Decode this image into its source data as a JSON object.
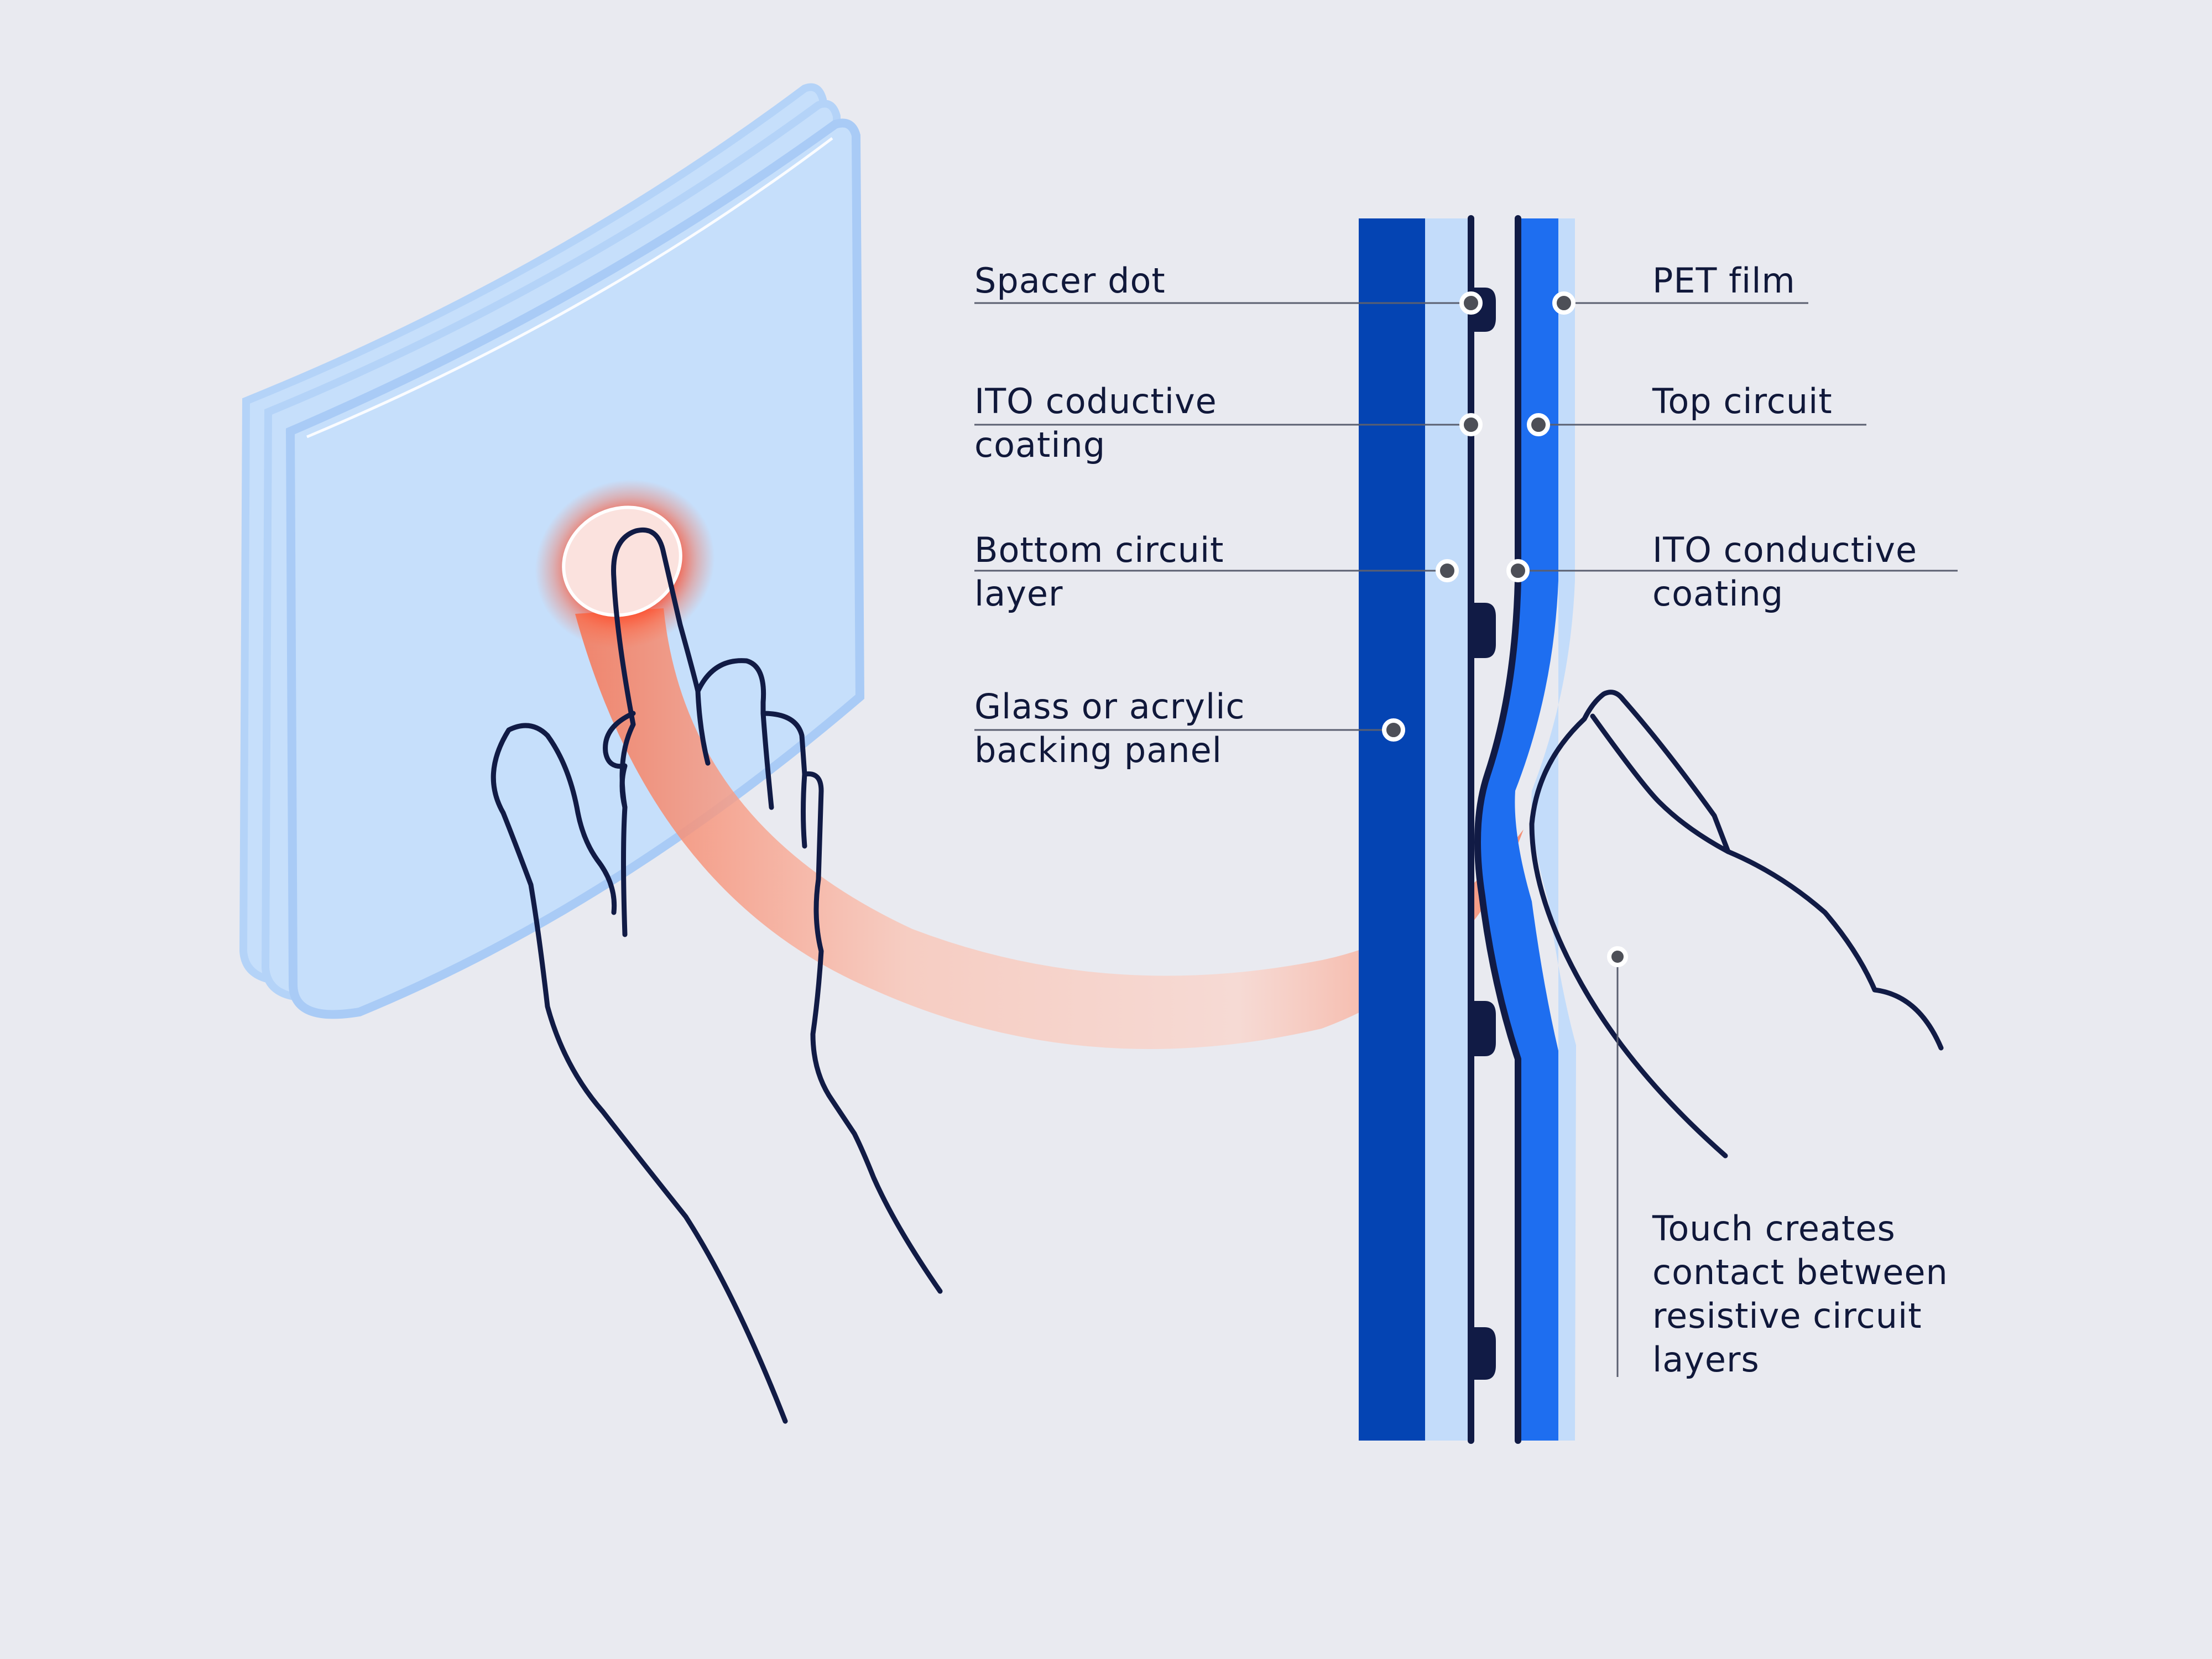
{
  "labels": {
    "spacer_dot": [
      "Spacer dot"
    ],
    "ito_coating_left": [
      "ITO coductive",
      "coating"
    ],
    "bottom_circuit": [
      "Bottom circuit",
      "layer"
    ],
    "glass_panel": [
      "Glass or acrylic",
      "backing panel"
    ],
    "pet_film": [
      "PET film"
    ],
    "top_circuit": [
      "Top circuit"
    ],
    "ito_coating_right": [
      "ITO conductive",
      "coating"
    ],
    "touch_note": [
      "Touch creates",
      "contact between",
      "resistive circuit",
      "layers"
    ]
  },
  "colors": {
    "background": "#e9eaf0",
    "panel_fill": "#c6dffb",
    "panel_edge": "#a9cbf6",
    "backing_panel": "#0444b3",
    "light_layer": "#c3dcfa",
    "top_circuit": "#1e6ef0",
    "outline": "#111b45",
    "touch_glow": "#f2421f",
    "beam": "#f7a48e",
    "text": "#10183a"
  },
  "icons": {
    "hand_left": "pointing-hand-icon",
    "hand_right": "pressing-finger-icon"
  }
}
